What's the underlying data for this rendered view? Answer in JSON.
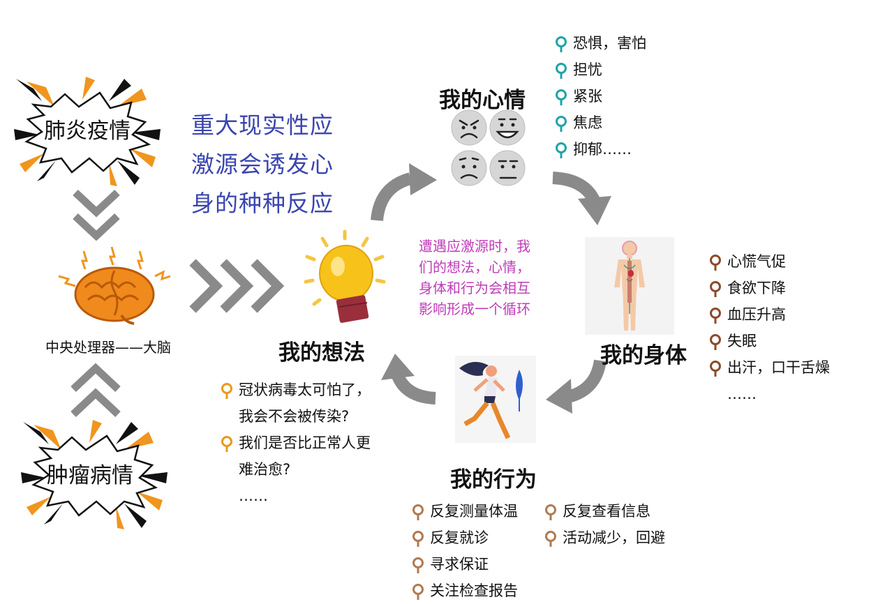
{
  "left": {
    "pneumonia_label": "肺炎疫情",
    "tumor_label": "肿瘤病情",
    "brain_caption": "中央处理器——大脑"
  },
  "stress_text": [
    "重大现实性应",
    "激源会诱发心",
    "身的种种反应"
  ],
  "cycle_text": [
    "遭遇应激源时，我",
    "们的想法，心情，",
    "身体和行为会相互",
    "影响形成一个循环"
  ],
  "mood": {
    "title": "我的心情",
    "items": [
      "恐惧，害怕",
      "担忧",
      "紧张",
      "焦虑",
      "抑郁……"
    ]
  },
  "body": {
    "title": "我的身体",
    "items": [
      "心慌气促",
      "食欲下降",
      "血压升高",
      "失眠",
      "出汗，口干舌燥"
    ],
    "ellipsis": "……"
  },
  "behavior": {
    "title": "我的行为",
    "col1": [
      "反复测量体温",
      "反复就诊",
      "寻求保证",
      "关注检查报告"
    ],
    "col2": [
      "反复查看信息",
      "活动减少，回避"
    ]
  },
  "thoughts": {
    "title": "我的想法",
    "item1_line1": "冠状病毒太可怕了，",
    "item1_line2": "我会不会被传染?",
    "item2_line1": "我们是否比正常人更",
    "item2_line2": "难治愈?",
    "ellipsis": "……"
  },
  "colors": {
    "stress_text": "#3b45b0",
    "cycle_text": "#c03cb8",
    "mood_pin": "#1fa3a8",
    "body_pin": "#8b4a2b",
    "behavior_pin": "#b07a50",
    "thought_pin": "#e89a1a",
    "arrow_gray": "#8a8a8a",
    "burst_orange": "#f0951e"
  }
}
